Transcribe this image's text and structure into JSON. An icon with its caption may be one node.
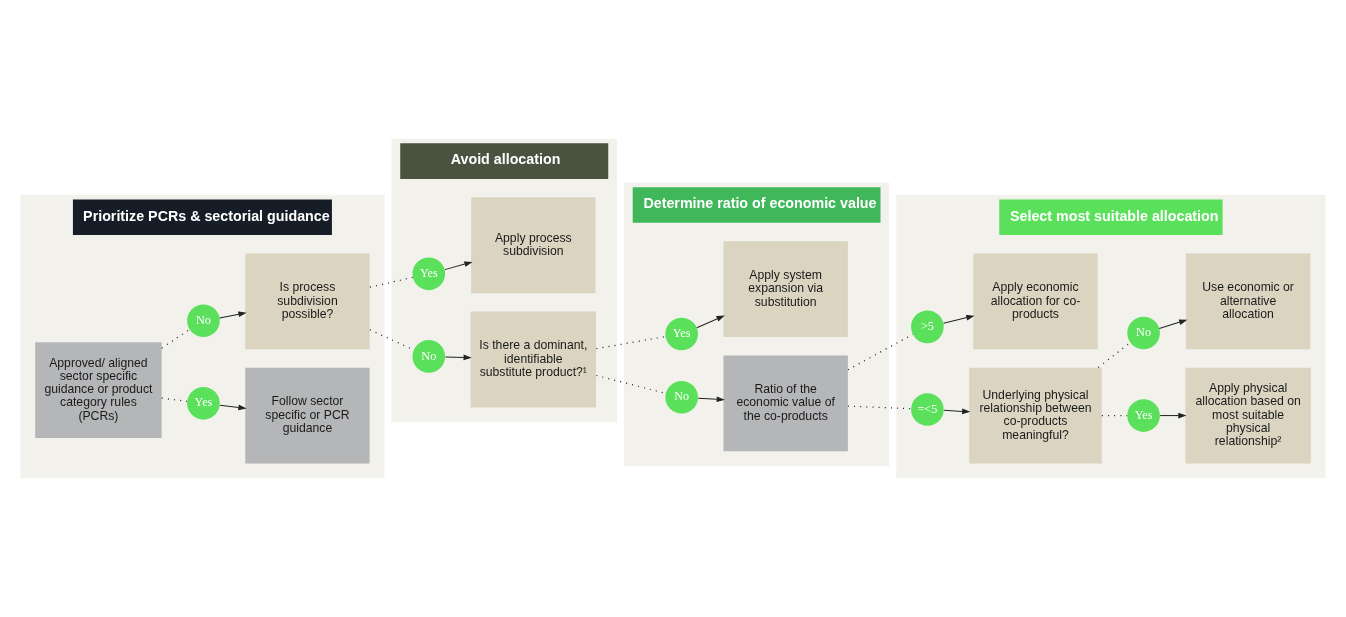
{
  "diagram": {
    "nodes": [
      {
        "text": [
          "Prioritize PCRs & sectorial guidance"
        ]
      },
      {
        "text": [
          "Avoid allocation"
        ]
      },
      {
        "text": [
          "Determine ratio of economic value"
        ]
      },
      {
        "text": [
          "Select most suitable allocation"
        ]
      },
      {
        "text": [
          "Approved/ aligned sector specific guidance or product category rules (PCRs)"
        ],
        "in": 0
      },
      {
        "text": [
          "Yes"
        ],
        "in": 0
      },
      {
        "text": [
          "No"
        ],
        "in": 0
      },
      {
        "text": [
          "Follow sector specific or PCR guidance"
        ],
        "in": 0
      },
      {
        "text": [
          "Is process subdivision possible?"
        ],
        "in": 0
      },
      {
        "text": [
          "Yes"
        ],
        "in": 1
      },
      {
        "text": [
          "No"
        ],
        "in": 1
      },
      {
        "text": [
          "Apply process subdivision"
        ],
        "in": 1
      },
      {
        "text": [
          "Is there a dominant, identifiable substitute product?¹"
        ],
        "in": 1
      },
      {
        "text": [
          "Yes"
        ],
        "in": 2
      },
      {
        "text": [
          "No"
        ],
        "in": 2
      },
      {
        "text": [
          "Apply system expansion via substitution"
        ],
        "in": 2
      },
      {
        "text": [
          "Ratio of the economic value of the co-products"
        ],
        "in": 2
      },
      {
        "text": [
          ">5"
        ],
        "in": 3
      },
      {
        "text": [
          "=<5"
        ],
        "in": 3
      },
      {
        "text": [
          "Apply economic allocation for co-products"
        ],
        "in": 3
      },
      {
        "text": [
          "Underlying physical relationship between co-products meaningful?"
        ],
        "in": 3
      },
      {
        "text": [
          "Yes"
        ],
        "in": 3
      },
      {
        "text": [
          "No"
        ],
        "in": 3
      },
      {
        "text": [
          "Apply physical allocation based on most suitable physical relationship²"
        ],
        "in": 3
      },
      {
        "text": [
          "Use economic or alternative allocation"
        ],
        "in": 3
      }
    ],
    "edges": [
      {
        "from": 4,
        "to": 5,
        "arrow": "none",
        "style": "dashed"
      },
      {
        "from": 4,
        "to": 6,
        "arrow": "none",
        "style": "dashed"
      },
      {
        "from": 5,
        "to": 7,
        "arrow": "to"
      },
      {
        "from": 6,
        "to": 8,
        "arrow": "to"
      },
      {
        "from": 8,
        "to": 9,
        "arrow": "none",
        "style": "dashed"
      },
      {
        "from": 8,
        "to": 10,
        "arrow": "none",
        "style": "dashed"
      },
      {
        "from": 9,
        "to": 11,
        "arrow": "to"
      },
      {
        "from": 10,
        "to": 12,
        "arrow": "to"
      },
      {
        "from": 12,
        "to": 13,
        "arrow": "none",
        "style": "dashed"
      },
      {
        "from": 12,
        "to": 14,
        "arrow": "none",
        "style": "dashed"
      },
      {
        "from": 13,
        "to": 15,
        "arrow": "to"
      },
      {
        "from": 14,
        "to": 16,
        "arrow": "to"
      },
      {
        "from": 16,
        "to": 17,
        "arrow": "none",
        "style": "dashed"
      },
      {
        "from": 16,
        "to": 18,
        "arrow": "none",
        "style": "dashed"
      },
      {
        "from": 17,
        "to": 19,
        "arrow": "to"
      },
      {
        "from": 18,
        "to": 20,
        "arrow": "to"
      },
      {
        "from": 20,
        "to": 21,
        "arrow": "none",
        "style": "dashed"
      },
      {
        "from": 20,
        "to": 22,
        "arrow": "none",
        "style": "dashed"
      },
      {
        "from": 21,
        "to": 23,
        "arrow": "to"
      },
      {
        "from": 22,
        "to": 24,
        "arrow": "to"
      }
    ]
  }
}
